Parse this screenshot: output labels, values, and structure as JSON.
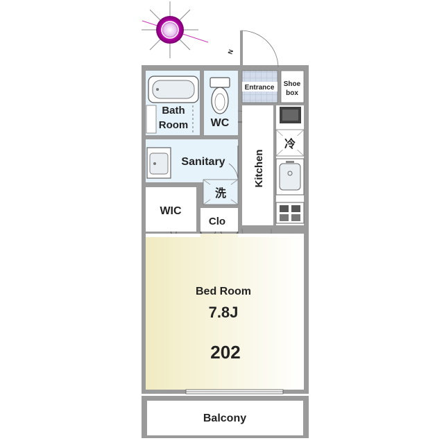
{
  "compass": {
    "north_label": "N",
    "colors": {
      "ring": "#b000a0",
      "center": "#e8b8f0"
    }
  },
  "rooms": {
    "entrance": "Entrance",
    "shoe_box": "Shoe box",
    "bath_room": "Bath Room",
    "wc": "WC",
    "refrigerator": "冷",
    "sanitary": "Sanitary",
    "kitchen": "Kitchen",
    "washer": "洗",
    "wic": "WIC",
    "clo": "Clo",
    "bed_room": "Bed Room",
    "bed_room_size": "7.8J",
    "unit_number": "202",
    "balcony": "Balcony"
  },
  "colors": {
    "wall": "#9a9a9a",
    "wet_area": "#e6f3fb",
    "bedroom_floor": "#f3efcc",
    "entrance_tile": "#c9d6e6"
  }
}
